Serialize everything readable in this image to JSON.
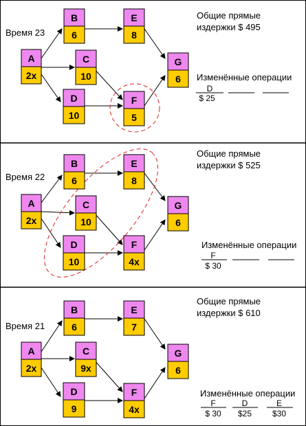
{
  "colors": {
    "top": "#ee88ee",
    "bottom": "#ffcc00",
    "ellipse": "#dd2222"
  },
  "panels": [
    {
      "time_label": "Время 23",
      "cost_line1": "Общие прямые",
      "cost_line2": "издержки $ 495",
      "changed_title": "Изменённые операции",
      "nodes": {
        "A": {
          "letter": "A",
          "value": "2x"
        },
        "B": {
          "letter": "B",
          "value": "6"
        },
        "C": {
          "letter": "C",
          "value": "10"
        },
        "D": {
          "letter": "D",
          "value": "10"
        },
        "E": {
          "letter": "E",
          "value": "8"
        },
        "F": {
          "letter": "F",
          "value": "5"
        },
        "G": {
          "letter": "G",
          "value": "6"
        }
      },
      "changes": [
        {
          "op": "D",
          "cost": "$ 25"
        },
        {
          "op": "",
          "cost": ""
        },
        {
          "op": "",
          "cost": ""
        }
      ]
    },
    {
      "time_label": "Время 22",
      "cost_line1": "Общие прямые",
      "cost_line2": "издержки $ 525",
      "changed_title": "Изменённые операции",
      "nodes": {
        "A": {
          "letter": "A",
          "value": "2x"
        },
        "B": {
          "letter": "B",
          "value": "6"
        },
        "C": {
          "letter": "C",
          "value": "10"
        },
        "D": {
          "letter": "D",
          "value": "10"
        },
        "E": {
          "letter": "E",
          "value": "8"
        },
        "F": {
          "letter": "F",
          "value": "4x"
        },
        "G": {
          "letter": "G",
          "value": "6"
        }
      },
      "changes": [
        {
          "op": "F",
          "cost": "$ 30"
        },
        {
          "op": "",
          "cost": ""
        },
        {
          "op": "",
          "cost": ""
        }
      ]
    },
    {
      "time_label": "Время 21",
      "cost_line1": "Общие прямые",
      "cost_line2": "издержки $ 610",
      "changed_title": "Изменённые операции",
      "nodes": {
        "A": {
          "letter": "A",
          "value": "2x"
        },
        "B": {
          "letter": "B",
          "value": "6"
        },
        "C": {
          "letter": "C",
          "value": "9x"
        },
        "D": {
          "letter": "D",
          "value": "9"
        },
        "E": {
          "letter": "E",
          "value": "7"
        },
        "F": {
          "letter": "F",
          "value": "4x"
        },
        "G": {
          "letter": "G",
          "value": "6"
        }
      },
      "changes": [
        {
          "op": "F",
          "cost": "$ 30"
        },
        {
          "op": "D",
          "cost": "$25"
        },
        {
          "op": "E",
          "cost": "$30"
        }
      ]
    }
  ]
}
